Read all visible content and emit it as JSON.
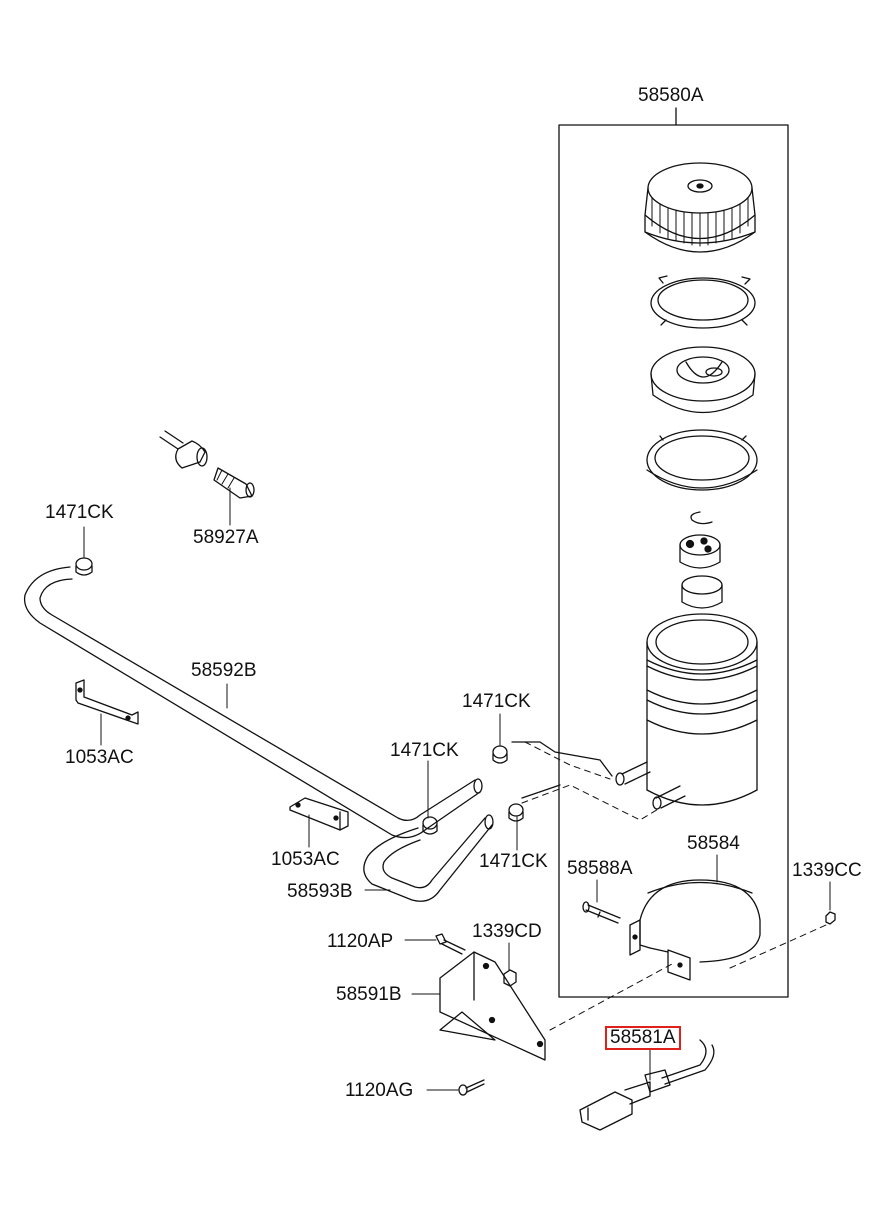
{
  "colors": {
    "ink": "#111111",
    "highlight": "#e0201b",
    "background": "#ffffff"
  },
  "labels": {
    "l_58580A": "58580A",
    "l_58927A": "58927A",
    "l_1471CK_a": "1471CK",
    "l_58592B": "58592B",
    "l_1053AC_a": "1053AC",
    "l_1471CK_b": "1471CK",
    "l_1471CK_c": "1471CK",
    "l_1053AC_b": "1053AC",
    "l_1471CK_d": "1471CK",
    "l_58593B": "58593B",
    "l_58588A": "58588A",
    "l_58584": "58584",
    "l_1339CC": "1339CC",
    "l_1120AP": "1120AP",
    "l_1339CD": "1339CD",
    "l_58591B": "58591B",
    "l_58581A": "58581A",
    "l_1120AG": "1120AG"
  },
  "highlighted_part": "58581A"
}
